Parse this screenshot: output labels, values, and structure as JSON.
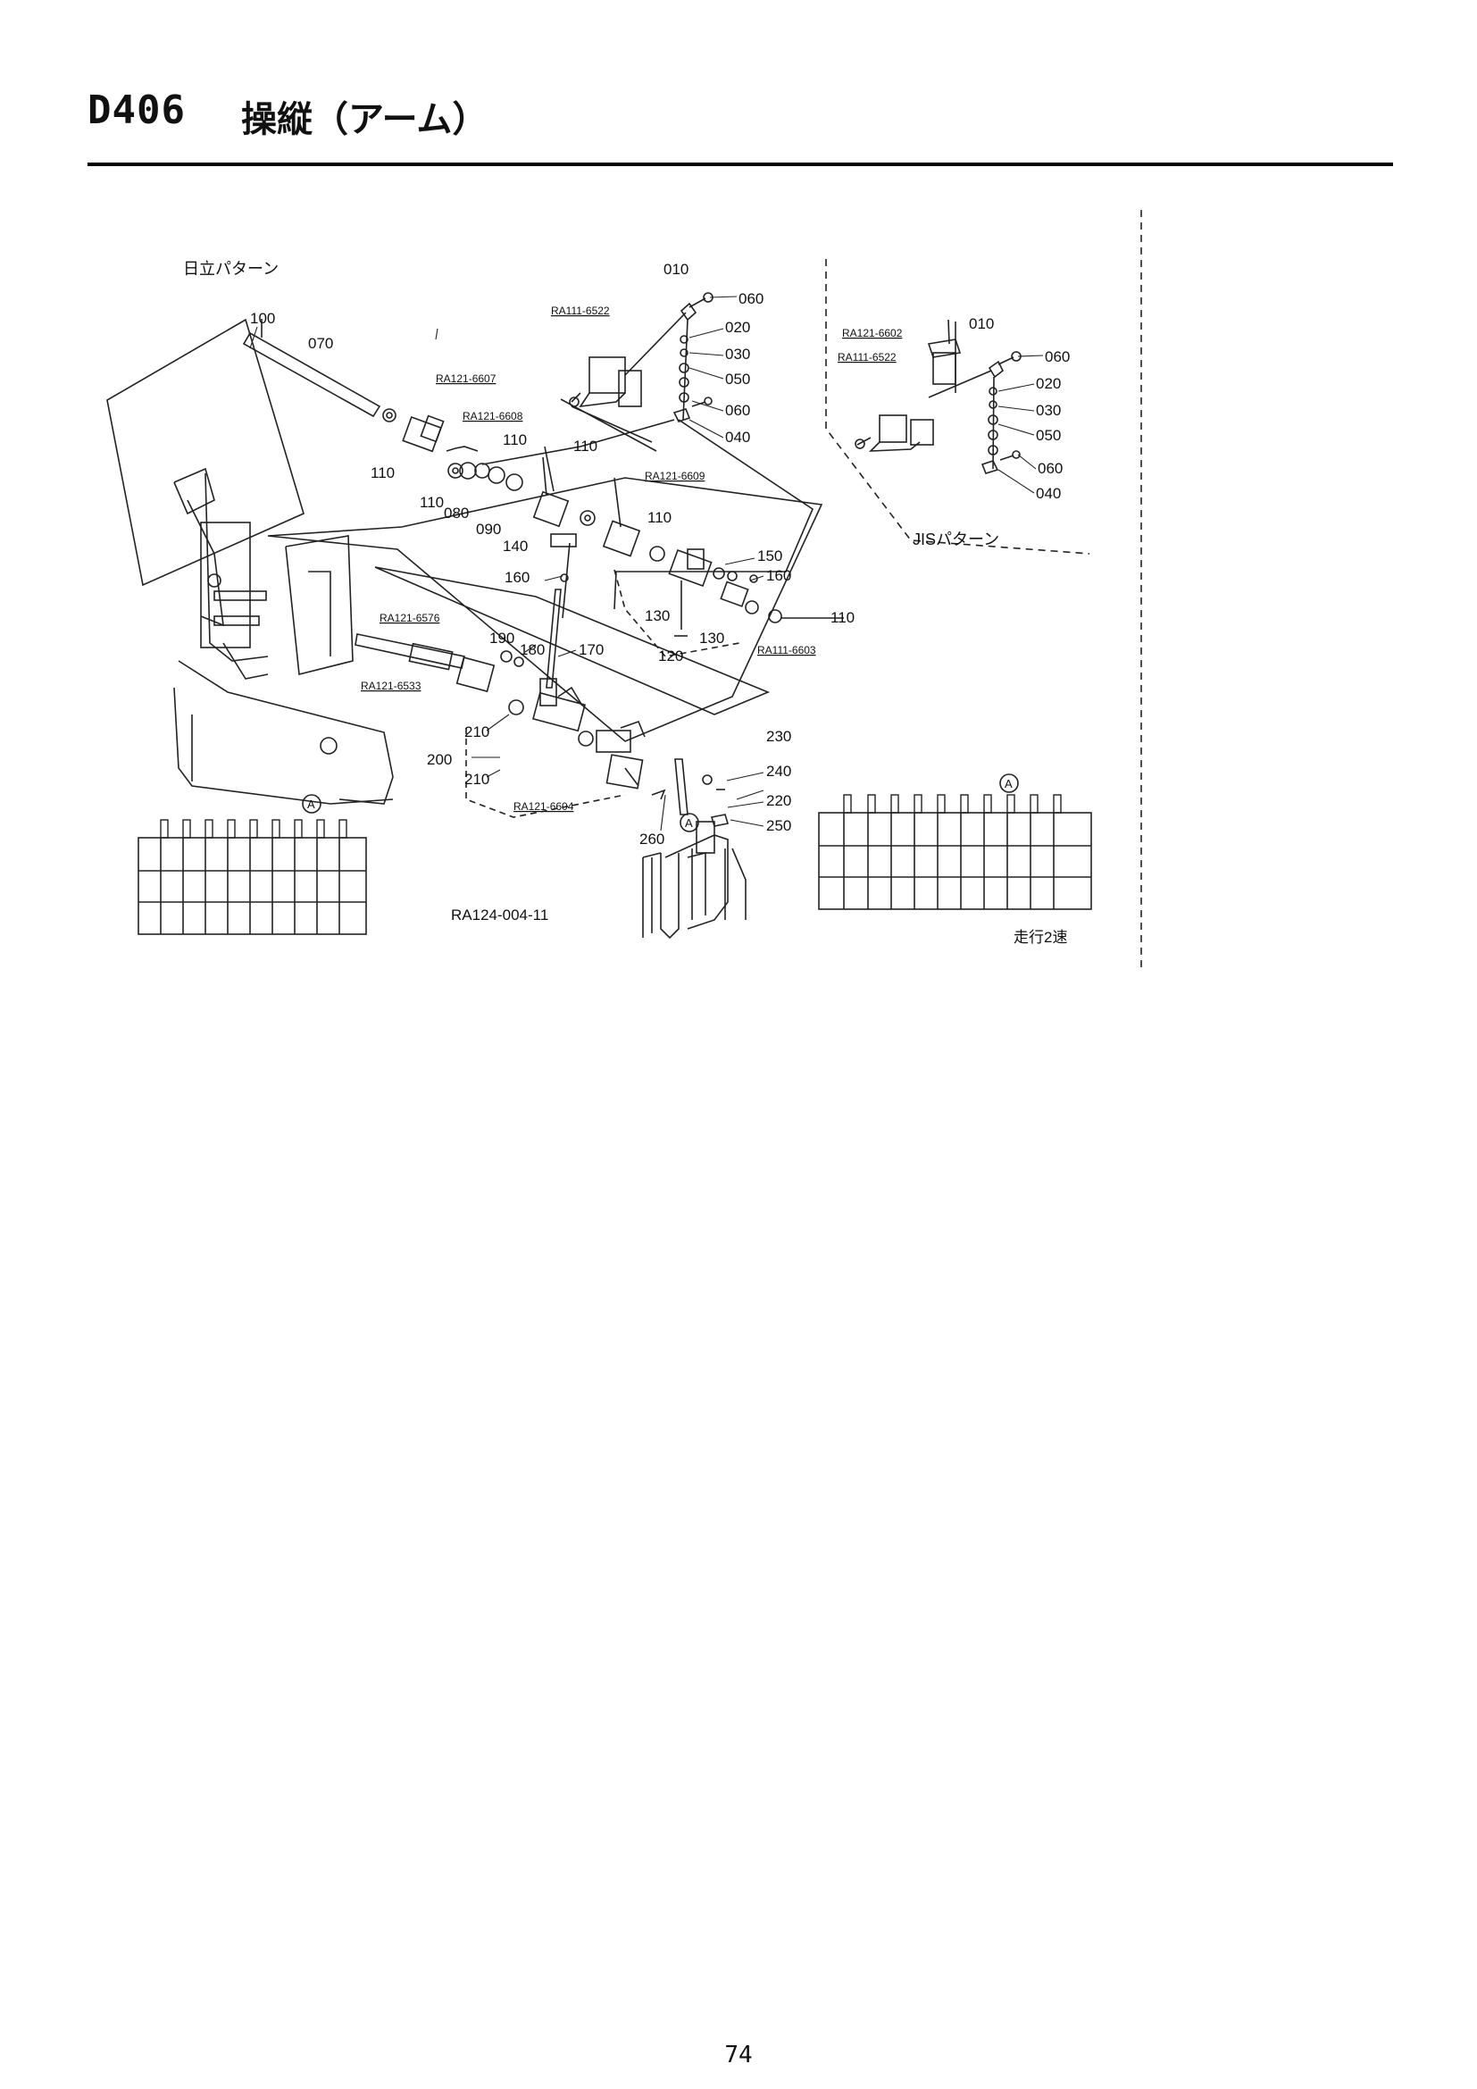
{
  "header": {
    "code": "D406",
    "title": "操縦（アーム）"
  },
  "diagram": {
    "variant_hitachi": "日立パターン",
    "variant_jis": "JISパターン",
    "drawing_number": "RA124-004-11",
    "travel_label": "走行2速",
    "circle_marker": "A",
    "part_labels": [
      "010",
      "060",
      "020",
      "030",
      "050",
      "060",
      "040",
      "100",
      "070",
      "110",
      "110",
      "080",
      "090",
      "110",
      "110",
      "110",
      "140",
      "160",
      "150",
      "160",
      "130",
      "130",
      "120",
      "110",
      "190",
      "180",
      "170",
      "210",
      "200",
      "210",
      "230",
      "240",
      "220",
      "250",
      "260",
      "010",
      "060",
      "020",
      "030",
      "050",
      "060",
      "040"
    ],
    "assembly_refs": [
      "RA111-6522",
      "RA121-6607",
      "RA121-6608",
      "RA121-6609",
      "RA111-6603",
      "RA121-6576",
      "RA121-6533",
      "RA121-6604",
      "RA121-6602",
      "RA111-6522"
    ]
  },
  "footer": {
    "page_number": "74"
  }
}
